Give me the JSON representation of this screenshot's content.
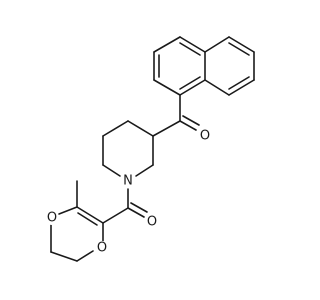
{
  "molecule": {
    "atoms": {
      "O_ketone": "O",
      "N_piperidine": "N",
      "O_amide": "O",
      "O_ring_top": "O",
      "O_ring_bottom": "O"
    }
  }
}
